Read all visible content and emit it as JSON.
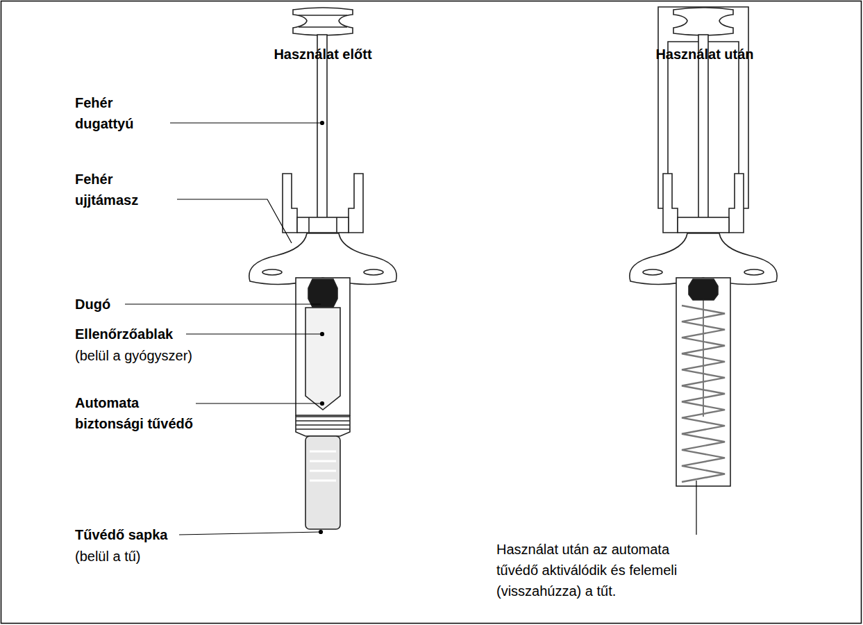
{
  "diagram": {
    "labels": [
      "Használat előtt",
      "Használat után",
      "Fehér dugattyú",
      "Fehér ujjtámasz",
      "Dugó",
      "Ellenőrzőablak",
      "(belül a gyógyszer)",
      "Automata biztonsági tűvédő",
      "Tűvédő sapka",
      "(belül a tű)",
      "Használat után az automata tűvédő aktiválódik és felemeli (visszahúzza) a tűt."
    ]
  }
}
